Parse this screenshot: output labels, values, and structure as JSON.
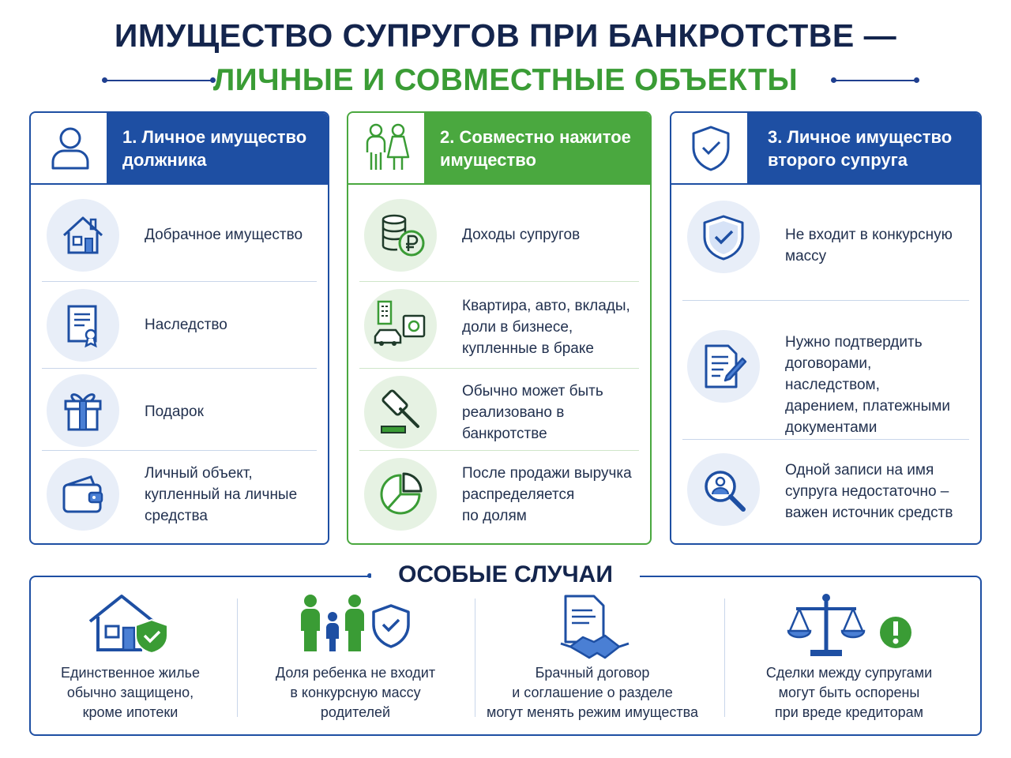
{
  "header": {
    "title_line1": "ИМУЩЕСТВО СУПРУГОВ ПРИ БАНКРОТСТВЕ —",
    "title_line2": "ЛИЧНЫЕ И СОВМЕСТНЫЕ ОБЪЕКТЫ"
  },
  "colors": {
    "blue": "#1e4fa3",
    "green": "#4aa83f",
    "navy": "#14254d"
  },
  "cards": [
    {
      "title": "1. Личное имущество\nдолжника",
      "icon": "person-icon",
      "items": [
        {
          "icon": "house-icon",
          "text": "Добрачное имущество"
        },
        {
          "icon": "certificate-icon",
          "text": "Наследство"
        },
        {
          "icon": "gift-icon",
          "text": "Подарок"
        },
        {
          "icon": "wallet-icon",
          "text": "Личный объект,\nкупленный на личные\nсредства"
        }
      ]
    },
    {
      "title": "2. Совместно нажитое\nимущество",
      "icon": "couple-icon",
      "items": [
        {
          "icon": "coins-ruble-icon",
          "text": "Доходы супругов"
        },
        {
          "icon": "property-assets-icon",
          "text": "Квартира, авто, вклады,\nдоли в бизнесе,\nкупленные в браке"
        },
        {
          "icon": "gavel-icon",
          "text": "Обычно может быть\nреализовано в\nбанкротстве"
        },
        {
          "icon": "pie-chart-icon",
          "text": "После продажи выручка\nраспределяется\nпо долям"
        }
      ]
    },
    {
      "title": "3. Личное имущество\nвторого супруга",
      "icon": "shield-check-icon",
      "items": [
        {
          "icon": "shield-check-icon",
          "text": "Не входит в конкурсную\nмассу"
        },
        {
          "icon": "document-pen-icon",
          "text": "Нужно подтвердить\nдоговорами, наследством,\nдарением, платежными\nдокументами"
        },
        {
          "icon": "magnifier-person-icon",
          "text": "Одной записи на имя\nсупруга недостаточно –\nважен источник средств"
        }
      ]
    }
  ],
  "special": {
    "title": "ОСОБЫЕ СЛУЧАИ",
    "items": [
      {
        "icon": "house-shield-icon",
        "text": "Единственное жилье\nобычно защищено,\nкроме ипотеки"
      },
      {
        "icon": "family-shield-icon",
        "text": "Доля ребенка не входит\nв конкурсную массу\nродителей"
      },
      {
        "icon": "contract-handshake-icon",
        "text": "Брачный договор\nи соглашение о разделе\nмогут менять режим имущества"
      },
      {
        "icon": "scales-warning-icon",
        "text": "Сделки между супругами\nмогут быть оспорены\nпри вреде кредиторам"
      }
    ]
  }
}
